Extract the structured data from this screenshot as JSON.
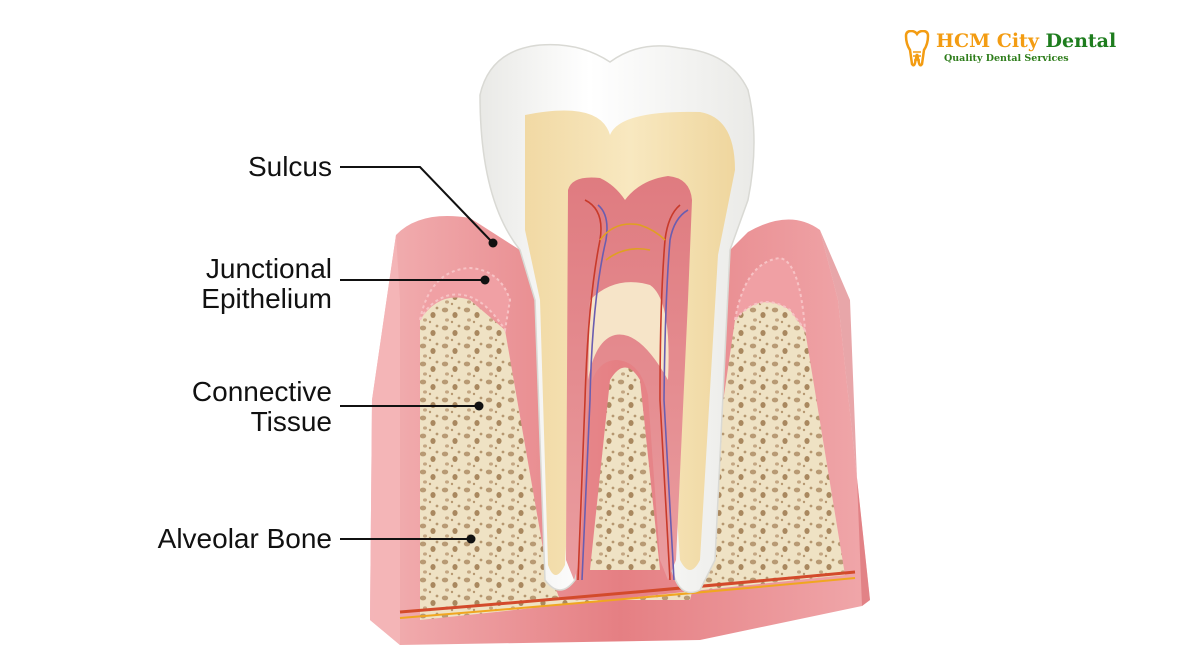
{
  "logo": {
    "name_part1": "HCM City",
    "name_part2": "Dental",
    "tagline": "Quality Dental Services",
    "colors": {
      "part1": "#f39c12",
      "part2": "#1e7d1e",
      "tooth": "#f39c12"
    }
  },
  "labels": {
    "sulcus": "Sulcus",
    "junctional_line1": "Junctional",
    "junctional_line2": "Epithelium",
    "connective_line1": "Connective",
    "connective_line2": "Tissue",
    "alveolar_bone": "Alveolar Bone"
  },
  "colors": {
    "gum": "#e8898c",
    "gum_dark": "#d9666b",
    "bone": "#efe2c4",
    "enamel": "#f6f6f4",
    "dentin": "#f3dfae",
    "pulp": "#e49295",
    "leader": "#111111"
  }
}
